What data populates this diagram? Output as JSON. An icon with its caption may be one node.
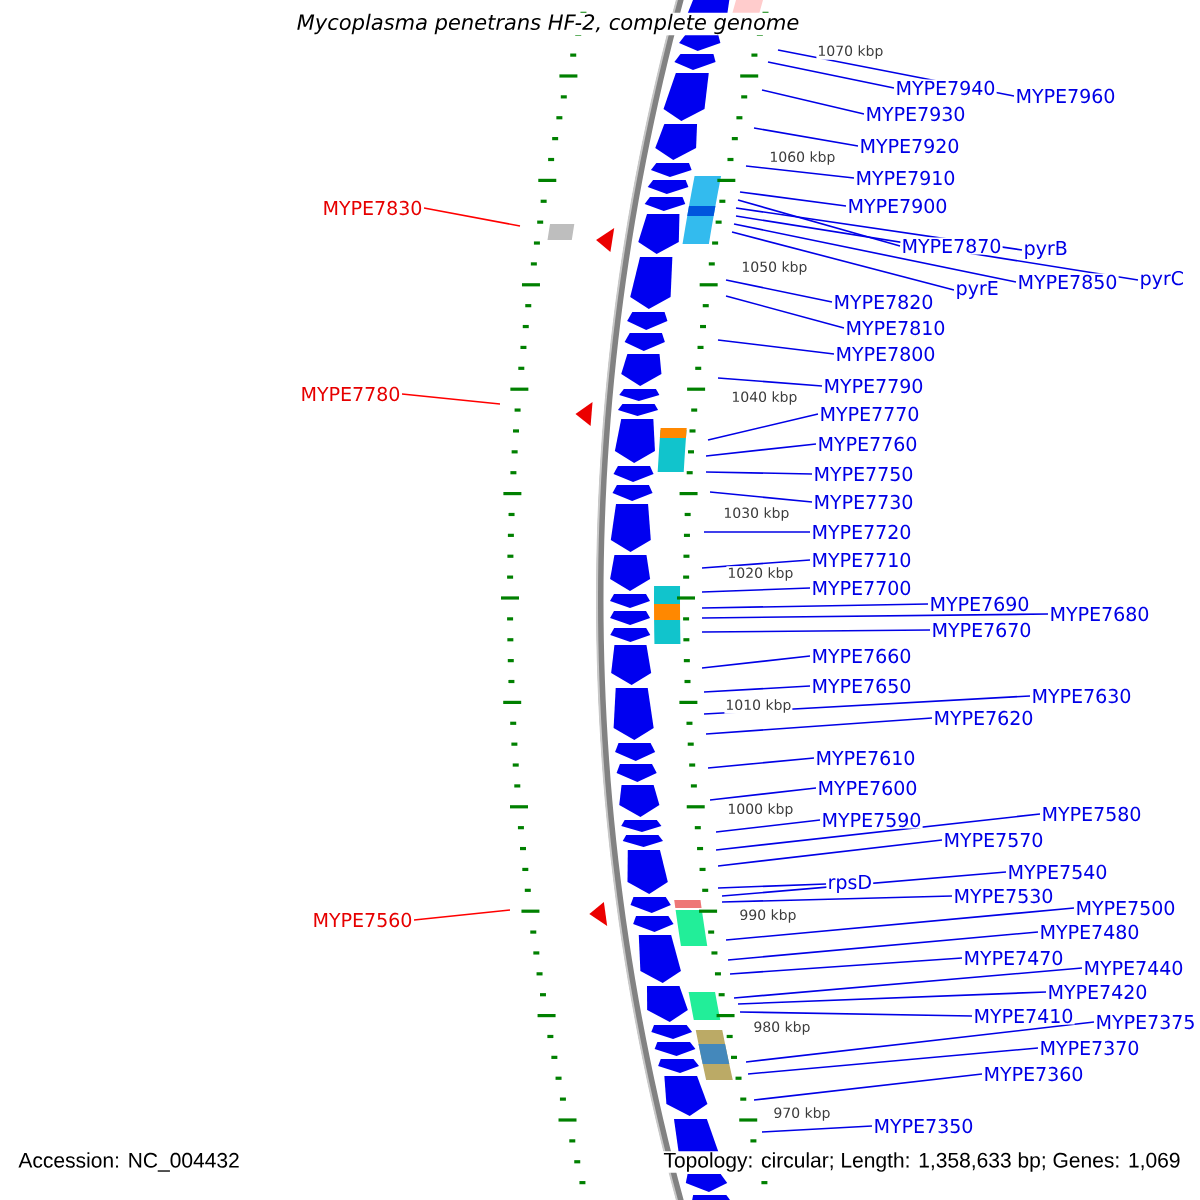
{
  "diagram": {
    "title": "Mycoplasma penetrans HF-2, complete genome",
    "nodes": [
      {
        "text": [
          "MYPE7940"
        ]
      },
      {
        "text": [
          "MYPE7960"
        ]
      },
      {
        "text": [
          "MYPE7930"
        ]
      },
      {
        "text": [
          "MYPE7920"
        ]
      },
      {
        "text": [
          "MYPE7910"
        ]
      },
      {
        "text": [
          "MYPE7900"
        ]
      },
      {
        "text": [
          "MYPE7830"
        ]
      },
      {
        "text": [
          "MYPE7870"
        ]
      },
      {
        "text": [
          "pyrB"
        ]
      },
      {
        "text": [
          "pyrC"
        ]
      },
      {
        "text": [
          "MYPE7850"
        ]
      },
      {
        "text": [
          "pyrE"
        ]
      },
      {
        "text": [
          "MYPE7820"
        ]
      },
      {
        "text": [
          "MYPE7810"
        ]
      },
      {
        "text": [
          "MYPE7800"
        ]
      },
      {
        "text": [
          "MYPE7790"
        ]
      },
      {
        "text": [
          "MYPE7780"
        ]
      },
      {
        "text": [
          "MYPE7770"
        ]
      },
      {
        "text": [
          "MYPE7760"
        ]
      },
      {
        "text": [
          "MYPE7750"
        ]
      },
      {
        "text": [
          "MYPE7730"
        ]
      },
      {
        "text": [
          "MYPE7720"
        ]
      },
      {
        "text": [
          "MYPE7710"
        ]
      },
      {
        "text": [
          "MYPE7700"
        ]
      },
      {
        "text": [
          "MYPE7690"
        ]
      },
      {
        "text": [
          "MYPE7680"
        ]
      },
      {
        "text": [
          "MYPE7670"
        ]
      },
      {
        "text": [
          "MYPE7660"
        ]
      },
      {
        "text": [
          "MYPE7650"
        ]
      },
      {
        "text": [
          "MYPE7630"
        ]
      },
      {
        "text": [
          "MYPE7620"
        ]
      },
      {
        "text": [
          "MYPE7610"
        ]
      },
      {
        "text": [
          "MYPE7600"
        ]
      },
      {
        "text": [
          "MYPE7580"
        ]
      },
      {
        "text": [
          "MYPE7590"
        ]
      },
      {
        "text": [
          "MYPE7570"
        ]
      },
      {
        "text": [
          "MYPE7540"
        ]
      },
      {
        "text": [
          "rpsD"
        ]
      },
      {
        "text": [
          "MYPE7530"
        ]
      },
      {
        "text": [
          "MYPE7500"
        ]
      },
      {
        "text": [
          "MYPE7560"
        ]
      },
      {
        "text": [
          "MYPE7480"
        ]
      },
      {
        "text": [
          "MYPE7470"
        ]
      },
      {
        "text": [
          "MYPE7440"
        ]
      },
      {
        "text": [
          "MYPE7420"
        ]
      },
      {
        "text": [
          "MYPE7410"
        ]
      },
      {
        "text": [
          "MYPE7375"
        ]
      },
      {
        "text": [
          "MYPE7370"
        ]
      },
      {
        "text": [
          "MYPE7360"
        ]
      },
      {
        "text": [
          "MYPE7350"
        ]
      }
    ],
    "edges": [
      {
        "from": 0,
        "to": null,
        "arrow": "none"
      },
      {
        "from": 1,
        "to": null,
        "arrow": "none"
      },
      {
        "from": 2,
        "to": null,
        "arrow": "none"
      },
      {
        "from": 3,
        "to": null,
        "arrow": "none"
      },
      {
        "from": 4,
        "to": null,
        "arrow": "none"
      },
      {
        "from": 5,
        "to": null,
        "arrow": "none"
      },
      {
        "from": 6,
        "to": null,
        "arrow": "none",
        "color": "#ff0000"
      },
      {
        "from": 7,
        "to": null,
        "arrow": "none"
      },
      {
        "from": 8,
        "to": null,
        "arrow": "none"
      },
      {
        "from": 9,
        "to": null,
        "arrow": "none"
      },
      {
        "from": 10,
        "to": null,
        "arrow": "none"
      },
      {
        "from": 11,
        "to": null,
        "arrow": "none"
      },
      {
        "from": 12,
        "to": null,
        "arrow": "none"
      },
      {
        "from": 13,
        "to": null,
        "arrow": "none"
      },
      {
        "from": 14,
        "to": null,
        "arrow": "none"
      },
      {
        "from": 15,
        "to": null,
        "arrow": "none"
      },
      {
        "from": 16,
        "to": null,
        "arrow": "none",
        "color": "#ff0000"
      },
      {
        "from": 17,
        "to": null,
        "arrow": "none"
      },
      {
        "from": 18,
        "to": null,
        "arrow": "none"
      },
      {
        "from": 19,
        "to": null,
        "arrow": "none"
      },
      {
        "from": 20,
        "to": null,
        "arrow": "none"
      },
      {
        "from": 21,
        "to": null,
        "arrow": "none"
      },
      {
        "from": 22,
        "to": null,
        "arrow": "none"
      },
      {
        "from": 23,
        "to": null,
        "arrow": "none"
      },
      {
        "from": 24,
        "to": null,
        "arrow": "none"
      },
      {
        "from": 25,
        "to": null,
        "arrow": "none"
      },
      {
        "from": 26,
        "to": null,
        "arrow": "none"
      },
      {
        "from": 27,
        "to": null,
        "arrow": "none"
      },
      {
        "from": 28,
        "to": null,
        "arrow": "none"
      },
      {
        "from": 29,
        "to": null,
        "arrow": "none"
      },
      {
        "from": 30,
        "to": null,
        "arrow": "none"
      },
      {
        "from": 31,
        "to": null,
        "arrow": "none"
      },
      {
        "from": 32,
        "to": null,
        "arrow": "none"
      },
      {
        "from": 33,
        "to": null,
        "arrow": "none"
      },
      {
        "from": 34,
        "to": null,
        "arrow": "none"
      },
      {
        "from": 35,
        "to": null,
        "arrow": "none"
      },
      {
        "from": 36,
        "to": null,
        "arrow": "none"
      },
      {
        "from": 37,
        "to": null,
        "arrow": "none"
      },
      {
        "from": 38,
        "to": null,
        "arrow": "none"
      },
      {
        "from": 39,
        "to": null,
        "arrow": "none"
      },
      {
        "from": 40,
        "to": null,
        "arrow": "none",
        "color": "#ff0000"
      },
      {
        "from": 41,
        "to": null,
        "arrow": "none"
      },
      {
        "from": 42,
        "to": null,
        "arrow": "none"
      },
      {
        "from": 43,
        "to": null,
        "arrow": "none"
      },
      {
        "from": 44,
        "to": null,
        "arrow": "none"
      },
      {
        "from": 45,
        "to": null,
        "arrow": "none"
      },
      {
        "from": 46,
        "to": null,
        "arrow": "none"
      },
      {
        "from": 47,
        "to": null,
        "arrow": "none"
      },
      {
        "from": 48,
        "to": null,
        "arrow": "none"
      },
      {
        "from": 49,
        "to": null,
        "arrow": "none"
      }
    ],
    "labels": [
      "1070 kbp",
      "1060 kbp",
      "1050 kbp",
      "1040 kbp",
      "1030 kbp",
      "1020 kbp",
      "1010 kbp",
      "1000 kbp",
      "990 kbp",
      "980 kbp",
      "970 kbp",
      "Accession: NC_004432",
      "Topology: circular; Length: 1,358,633 bp; Genes: 1,069"
    ]
  }
}
